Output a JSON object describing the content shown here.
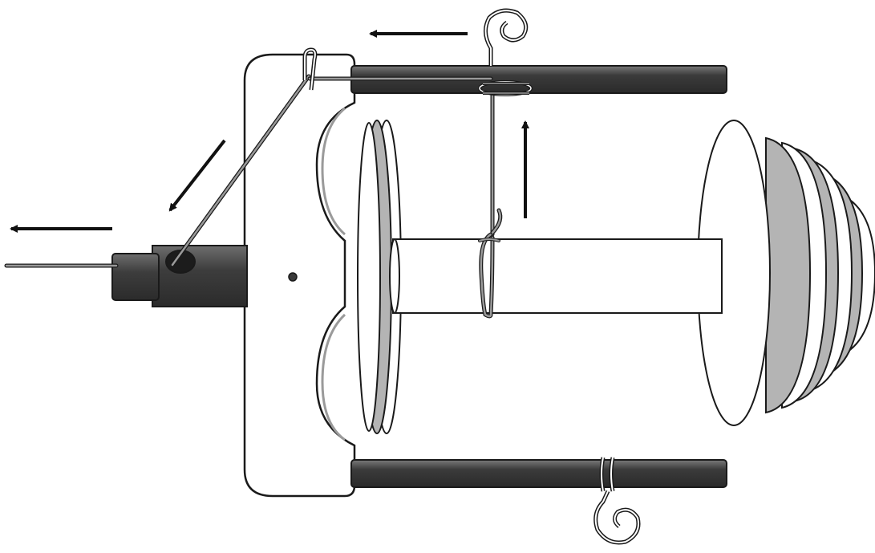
{
  "diagram": {
    "kind": "spinning-wheel flyer threading illustration",
    "colors": {
      "outline": "#1a1a1a",
      "white": "#ffffff",
      "rod": "#3b3b3b",
      "rod_highlight": "#8a8a8a",
      "groove": "#b4b4b4",
      "yarn": "#9a9a9a",
      "arrow": "#111111"
    },
    "parts": [
      {
        "name": "orifice-shaft",
        "icon": "shaft"
      },
      {
        "name": "flyer-body",
        "icon": "flyer"
      },
      {
        "name": "flyer-arm-top",
        "icon": "rod"
      },
      {
        "name": "flyer-arm-bottom",
        "icon": "rod"
      },
      {
        "name": "bobbin",
        "icon": "bobbin"
      },
      {
        "name": "whorl",
        "icon": "pulley"
      },
      {
        "name": "hook-top",
        "icon": "wire-hook"
      },
      {
        "name": "hook-bottom",
        "icon": "wire-hook"
      }
    ],
    "arrows": [
      {
        "name": "arrow-top-left",
        "direction": "left"
      },
      {
        "name": "arrow-up",
        "direction": "up"
      },
      {
        "name": "arrow-diagonal",
        "direction": "down-left"
      },
      {
        "name": "arrow-yarn-out",
        "direction": "left"
      }
    ]
  }
}
